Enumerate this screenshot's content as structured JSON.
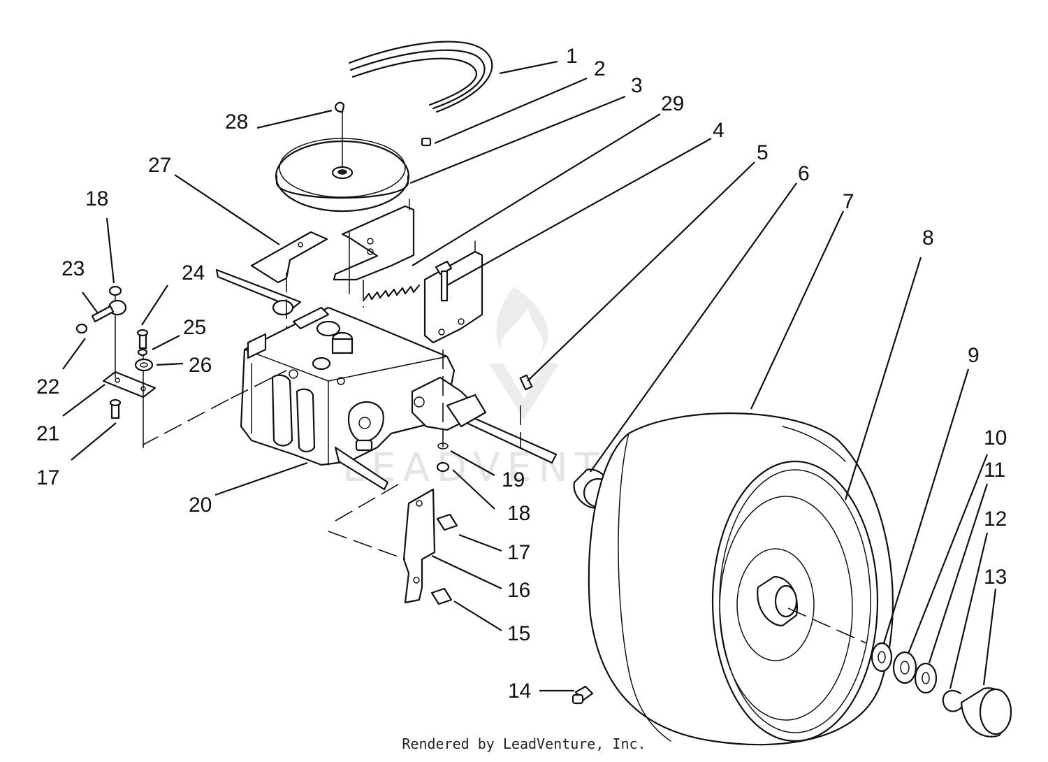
{
  "watermark": "LEADVENTURE",
  "credit": "Rendered by LeadVenture, Inc.",
  "colors": {
    "ink": "#111111",
    "watermark": "#e4e4e4",
    "background": "#ffffff"
  },
  "callouts": [
    "1",
    "2",
    "3",
    "29",
    "4",
    "5",
    "6",
    "7",
    "8",
    "9",
    "10",
    "11",
    "12",
    "13",
    "14",
    "15",
    "16",
    "17",
    "18",
    "19",
    "20",
    "21",
    "22",
    "23",
    "24",
    "25",
    "26",
    "27",
    "28"
  ]
}
